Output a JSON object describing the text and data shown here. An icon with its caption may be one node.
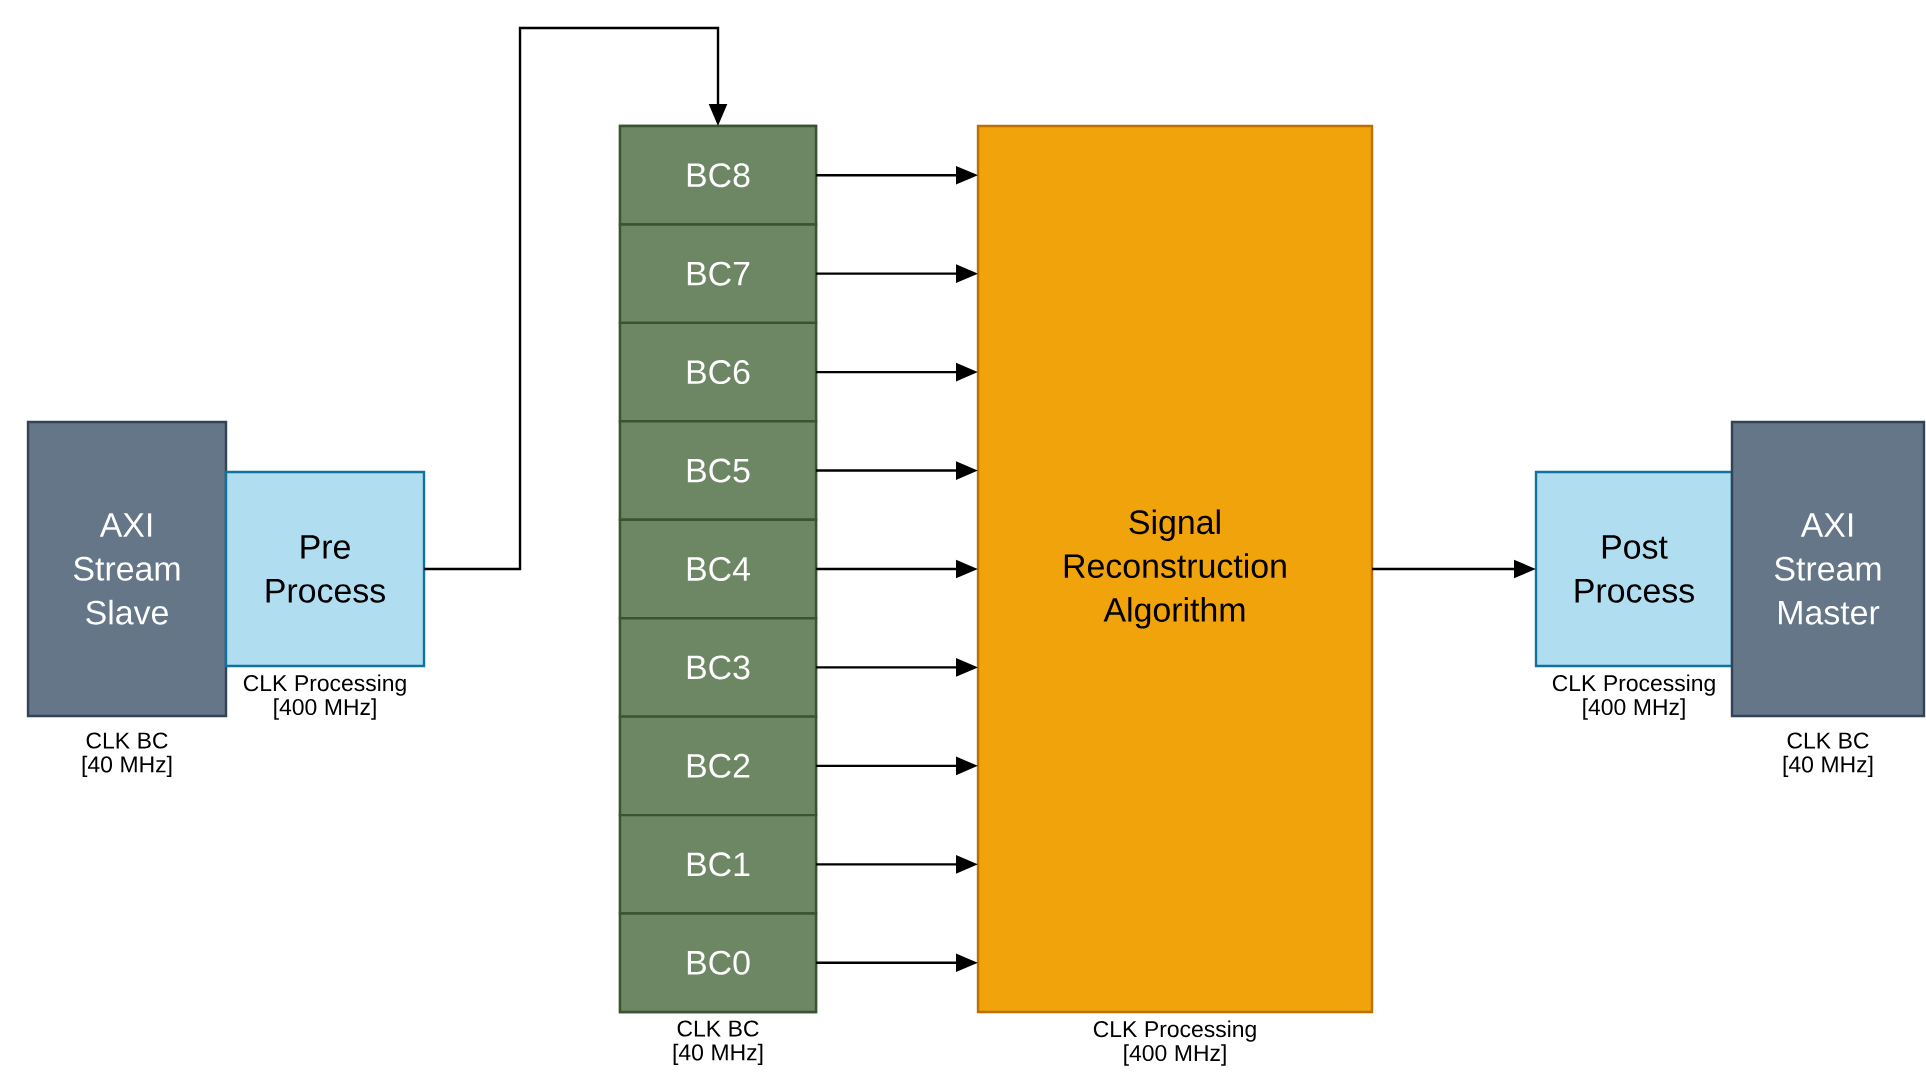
{
  "diagram": {
    "nodes": [
      {
        "text": [
          "AXI Stream Slave"
        ],
        "beside": [
          "CLK BC [40 MHz]"
        ]
      },
      {
        "text": [
          "Pre Process"
        ],
        "beside": [
          "CLK Processing [400 MHz]"
        ]
      },
      {
        "text": [],
        "shape": "box",
        "beside": [
          "CLK BC [40 MHz]"
        ]
      },
      {
        "text": [
          "BC8"
        ],
        "in": 2
      },
      {
        "text": [
          "BC7"
        ],
        "in": 2
      },
      {
        "text": [
          "BC6"
        ],
        "in": 2
      },
      {
        "text": [
          "BC5"
        ],
        "in": 2
      },
      {
        "text": [
          "BC4"
        ],
        "in": 2
      },
      {
        "text": [
          "BC3"
        ],
        "in": 2
      },
      {
        "text": [
          "BC2"
        ],
        "in": 2
      },
      {
        "text": [
          "BC1"
        ],
        "in": 2
      },
      {
        "text": [
          "BC0"
        ],
        "in": 2
      },
      {
        "text": [
          "Signal Reconstruction Algorithm"
        ],
        "beside": [
          "CLK Processing [400 MHz]"
        ]
      },
      {
        "text": [
          "Post Process"
        ],
        "beside": [
          "CLK Processing [400 MHz]"
        ]
      },
      {
        "text": [
          "AXI Stream Master"
        ],
        "beside": [
          "CLK BC [40 MHz]"
        ]
      }
    ],
    "edges": [
      {
        "from": 1,
        "to": 3,
        "arrow": "to"
      },
      {
        "from": 3,
        "to": 12,
        "arrow": "to"
      },
      {
        "from": 4,
        "to": 12,
        "arrow": "to"
      },
      {
        "from": 5,
        "to": 12,
        "arrow": "to"
      },
      {
        "from": 6,
        "to": 12,
        "arrow": "to"
      },
      {
        "from": 7,
        "to": 12,
        "arrow": "to"
      },
      {
        "from": 8,
        "to": 12,
        "arrow": "to"
      },
      {
        "from": 9,
        "to": 12,
        "arrow": "to"
      },
      {
        "from": 10,
        "to": 12,
        "arrow": "to"
      },
      {
        "from": 11,
        "to": 12,
        "arrow": "to"
      },
      {
        "from": 12,
        "to": 13,
        "arrow": "to"
      }
    ]
  }
}
